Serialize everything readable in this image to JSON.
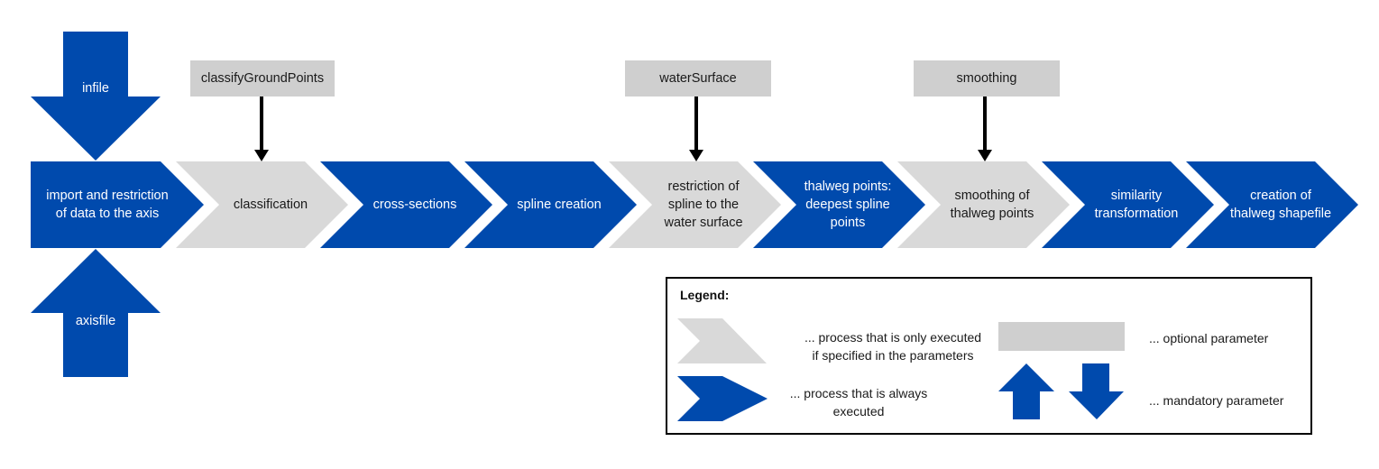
{
  "colors": {
    "mandatory_blue": "#004AAD",
    "optional_process_gray": "#D9D9D9",
    "optional_parameter_gray": "#CFCFCF",
    "connector_black": "#000000",
    "text_on_blue": "#FFFFFF",
    "text_on_gray": "#1A1A1A"
  },
  "inputs": {
    "infile": {
      "label": "infile",
      "type": "mandatory",
      "direction": "down"
    },
    "axisfile": {
      "label": "axisfile",
      "type": "mandatory",
      "direction": "up"
    }
  },
  "steps": [
    {
      "label": "import and restriction\nof data to the axis",
      "type": "mandatory"
    },
    {
      "label": "classification",
      "type": "optional"
    },
    {
      "label": "cross-sections",
      "type": "mandatory"
    },
    {
      "label": "spline creation",
      "type": "mandatory"
    },
    {
      "label": "restriction of\nspline to the\nwater surface",
      "type": "optional"
    },
    {
      "label": "thalweg points:\ndeepest spline\npoints",
      "type": "mandatory"
    },
    {
      "label": "smoothing of\nthalweg points",
      "type": "optional"
    },
    {
      "label": "similarity\ntransformation",
      "type": "mandatory"
    },
    {
      "label": "creation of\nthalweg shapefile",
      "type": "mandatory"
    }
  ],
  "optional_parameters": [
    {
      "label": "classifyGroundPoints",
      "target_step": 1
    },
    {
      "label": "waterSurface",
      "target_step": 4
    },
    {
      "label": "smoothing",
      "target_step": 6
    }
  ],
  "legend": {
    "title": "Legend:",
    "optional_process": "... process that is only executed\nif specified in the parameters",
    "mandatory_process": "... process that is always\nexecuted",
    "optional_parameter": "... optional parameter",
    "mandatory_parameter": "... mandatory parameter"
  }
}
